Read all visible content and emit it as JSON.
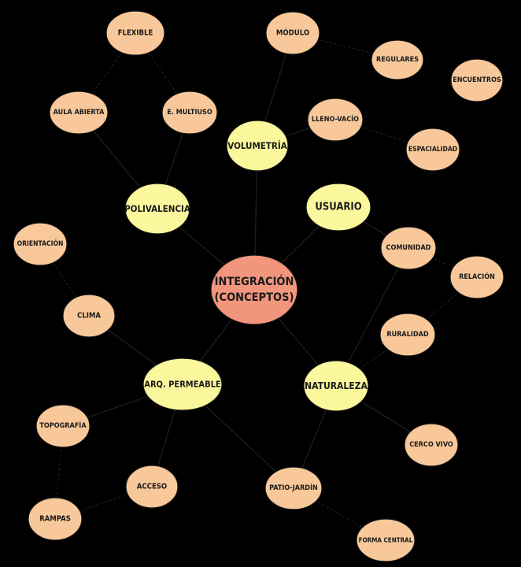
{
  "diagram": {
    "central": {
      "id": "integracion",
      "lines": [
        "INTEGRACIÓN",
        "(CONCEPTOS)"
      ]
    },
    "nodes": [
      {
        "id": "integracion",
        "lines": [
          "INTEGRACIÓN",
          "(CONCEPTOS)"
        ],
        "level": "central"
      },
      {
        "id": "polivalencia",
        "lines": [
          "POLIVALENCIA"
        ],
        "level": "primary"
      },
      {
        "id": "volumetria",
        "lines": [
          "VOLUMETRÍA"
        ],
        "level": "primary"
      },
      {
        "id": "usuario",
        "lines": [
          "USUARIO"
        ],
        "level": "primary"
      },
      {
        "id": "arq-permeable",
        "lines": [
          "ARQ. PERMEABLE"
        ],
        "level": "primary"
      },
      {
        "id": "naturaleza",
        "lines": [
          "NATURALEZA"
        ],
        "level": "primary"
      },
      {
        "id": "flexible",
        "lines": [
          "FLEXIBLE"
        ],
        "level": "secondary"
      },
      {
        "id": "modulo",
        "lines": [
          "MÓDULO"
        ],
        "level": "secondary"
      },
      {
        "id": "regulares",
        "lines": [
          "REGULARES"
        ],
        "level": "secondary"
      },
      {
        "id": "encuentros",
        "lines": [
          "ENCUENTROS"
        ],
        "level": "secondary"
      },
      {
        "id": "aula-abierta",
        "lines": [
          "AULA ABIERTA"
        ],
        "level": "secondary"
      },
      {
        "id": "e-multiuso",
        "lines": [
          "E. MULTIUSO"
        ],
        "level": "secondary"
      },
      {
        "id": "lleno-vacio",
        "lines": [
          "LLENO-VACÍO"
        ],
        "level": "secondary"
      },
      {
        "id": "espacialidad",
        "lines": [
          "ESPACIALIDAD"
        ],
        "level": "secondary"
      },
      {
        "id": "orientacion",
        "lines": [
          "ORIENTACIÓN"
        ],
        "level": "secondary"
      },
      {
        "id": "comunidad",
        "lines": [
          "COMUNIDAD"
        ],
        "level": "secondary"
      },
      {
        "id": "relacion",
        "lines": [
          "RELACIÓN"
        ],
        "level": "secondary"
      },
      {
        "id": "clima",
        "lines": [
          "CLIMA"
        ],
        "level": "secondary"
      },
      {
        "id": "ruralidad",
        "lines": [
          "RURALIDAD"
        ],
        "level": "secondary"
      },
      {
        "id": "topografia",
        "lines": [
          "TOPOGRAFÍA"
        ],
        "level": "secondary"
      },
      {
        "id": "cerco-vivo",
        "lines": [
          "CERCO VIVO"
        ],
        "level": "secondary"
      },
      {
        "id": "acceso",
        "lines": [
          "ACCESO"
        ],
        "level": "secondary"
      },
      {
        "id": "patio-jardin",
        "lines": [
          "PATIO-JARDÍN"
        ],
        "level": "secondary"
      },
      {
        "id": "rampas",
        "lines": [
          "RAMPAS"
        ],
        "level": "secondary"
      },
      {
        "id": "forma-central",
        "lines": [
          "FORMA CENTRAL"
        ],
        "level": "secondary"
      }
    ],
    "edges": [
      {
        "from": "integracion",
        "to": "polivalencia",
        "style": "solid"
      },
      {
        "from": "integracion",
        "to": "volumetria",
        "style": "solid"
      },
      {
        "from": "integracion",
        "to": "usuario",
        "style": "solid"
      },
      {
        "from": "integracion",
        "to": "arq-permeable",
        "style": "solid"
      },
      {
        "from": "integracion",
        "to": "naturaleza",
        "style": "solid"
      },
      {
        "from": "polivalencia",
        "to": "aula-abierta",
        "style": "solid"
      },
      {
        "from": "polivalencia",
        "to": "e-multiuso",
        "style": "solid"
      },
      {
        "from": "flexible",
        "to": "aula-abierta",
        "style": "dashed"
      },
      {
        "from": "flexible",
        "to": "e-multiuso",
        "style": "dashed"
      },
      {
        "from": "volumetria",
        "to": "modulo",
        "style": "solid"
      },
      {
        "from": "volumetria",
        "to": "lleno-vacio",
        "style": "solid"
      },
      {
        "from": "modulo",
        "to": "regulares",
        "style": "dashed"
      },
      {
        "from": "lleno-vacio",
        "to": "espacialidad",
        "style": "dashed"
      },
      {
        "from": "usuario",
        "to": "comunidad",
        "style": "solid"
      },
      {
        "from": "comunidad",
        "to": "relacion",
        "style": "dashed"
      },
      {
        "from": "ruralidad",
        "to": "relacion",
        "style": "dashed"
      },
      {
        "from": "naturaleza",
        "to": "comunidad",
        "style": "solid"
      },
      {
        "from": "naturaleza",
        "to": "ruralidad",
        "style": "dashed"
      },
      {
        "from": "naturaleza",
        "to": "cerco-vivo",
        "style": "solid"
      },
      {
        "from": "naturaleza",
        "to": "patio-jardin",
        "style": "solid"
      },
      {
        "from": "arq-permeable",
        "to": "clima",
        "style": "solid"
      },
      {
        "from": "arq-permeable",
        "to": "topografia",
        "style": "solid"
      },
      {
        "from": "arq-permeable",
        "to": "acceso",
        "style": "solid"
      },
      {
        "from": "arq-permeable",
        "to": "patio-jardin",
        "style": "solid"
      },
      {
        "from": "orientacion",
        "to": "clima",
        "style": "dashed"
      },
      {
        "from": "topografia",
        "to": "rampas",
        "style": "dashed"
      },
      {
        "from": "acceso",
        "to": "rampas",
        "style": "dashed"
      },
      {
        "from": "patio-jardin",
        "to": "forma-central",
        "style": "dashed"
      }
    ],
    "colors": {
      "background": "#000000",
      "central": "#f2957d",
      "primary": "#fbf79c",
      "secondary": "#f8c89a",
      "edge": "#1e1e1e",
      "text": "#1a1a1a"
    }
  }
}
